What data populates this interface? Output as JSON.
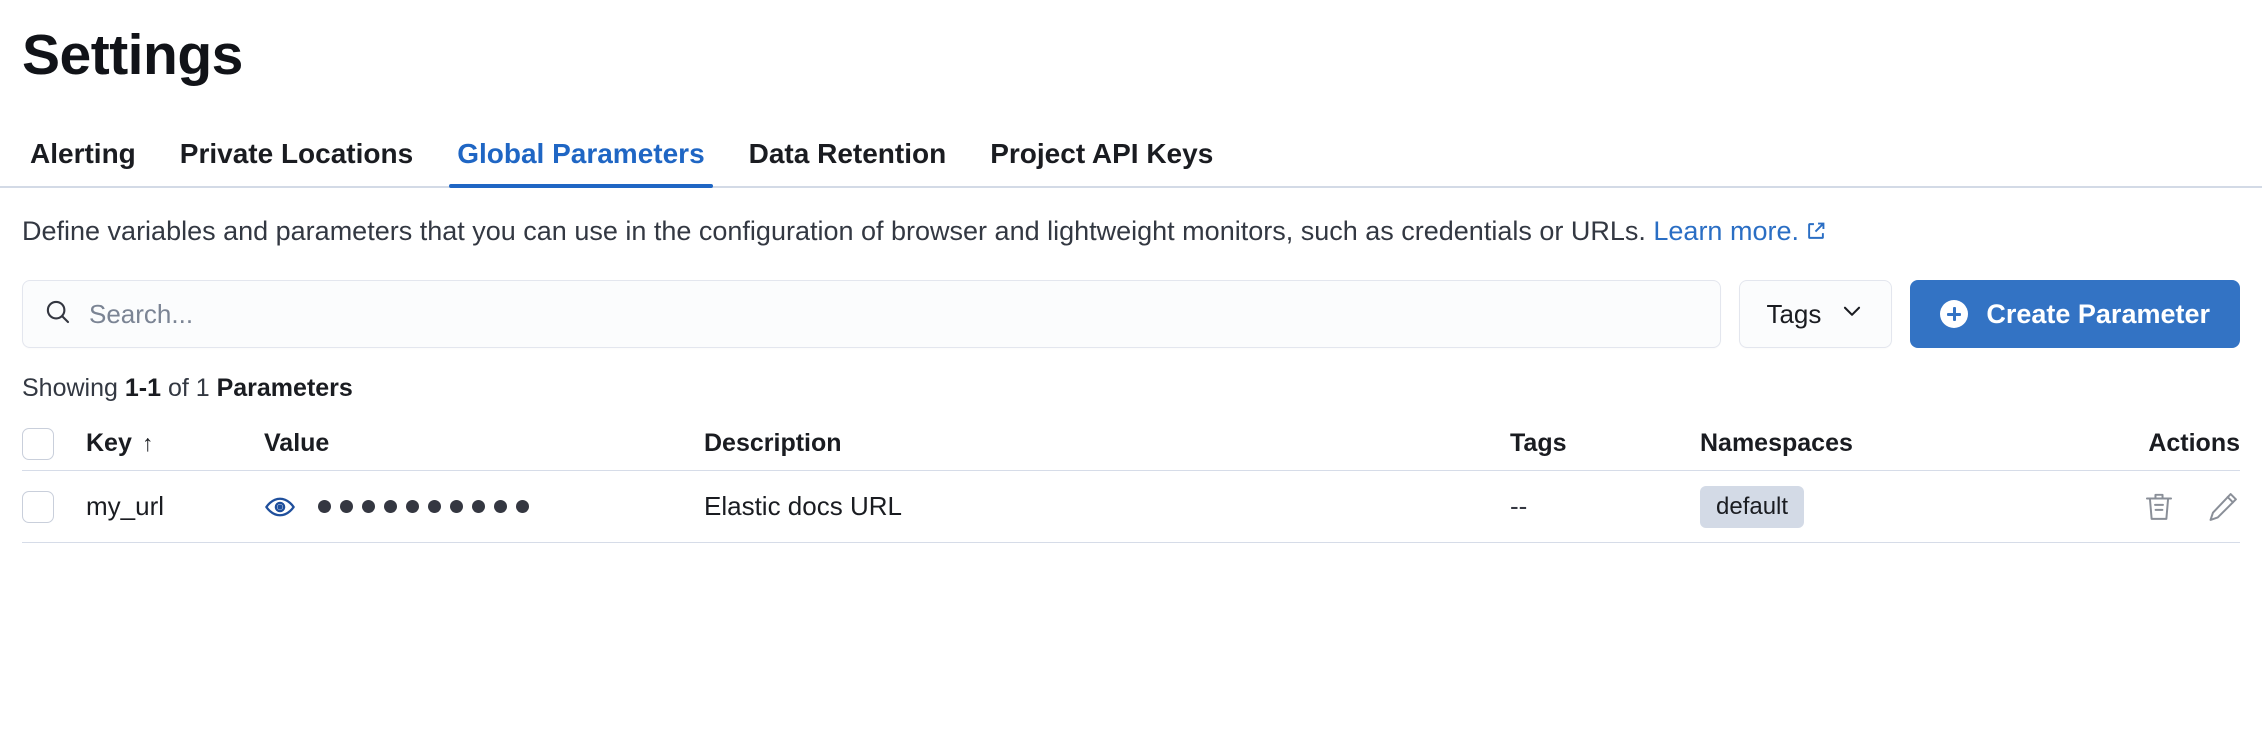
{
  "header": {
    "title": "Settings"
  },
  "tabs": [
    {
      "label": "Alerting",
      "active": false
    },
    {
      "label": "Private Locations",
      "active": false
    },
    {
      "label": "Global Parameters",
      "active": true
    },
    {
      "label": "Data Retention",
      "active": false
    },
    {
      "label": "Project API Keys",
      "active": false
    }
  ],
  "description": {
    "text": "Define variables and parameters that you can use in the configuration of browser and lightweight monitors, such as credentials or URLs.",
    "link_text": "Learn more.",
    "link_icon": "external-link-icon"
  },
  "controls": {
    "search": {
      "placeholder": "Search...",
      "value": "",
      "icon": "search-icon"
    },
    "tags_filter": {
      "label": "Tags",
      "icon": "chevron-down-icon"
    },
    "create_button": {
      "label": "Create Parameter",
      "icon": "plus-circle-icon"
    }
  },
  "results": {
    "prefix": "Showing ",
    "range": "1-1",
    "middle": " of 1 ",
    "noun": "Parameters"
  },
  "table": {
    "columns": [
      {
        "label": "Key",
        "sort": "↑"
      },
      {
        "label": "Value"
      },
      {
        "label": "Description"
      },
      {
        "label": "Tags"
      },
      {
        "label": "Namespaces"
      },
      {
        "label": "Actions"
      }
    ],
    "rows": [
      {
        "selected": false,
        "key": "my_url",
        "value_masked_count": 10,
        "value_toggle_icon": "eye-icon",
        "description": "Elastic docs URL",
        "tags": "--",
        "namespaces": [
          "default"
        ],
        "actions": [
          "trash-icon",
          "pencil-icon"
        ]
      }
    ]
  },
  "colors": {
    "accent": "#1f66c4",
    "primary_button": "#3373c4",
    "link": "#2a6ec4",
    "badge_bg": "#d3dae6",
    "border": "#d6dce8",
    "text": "#1a1c21"
  }
}
